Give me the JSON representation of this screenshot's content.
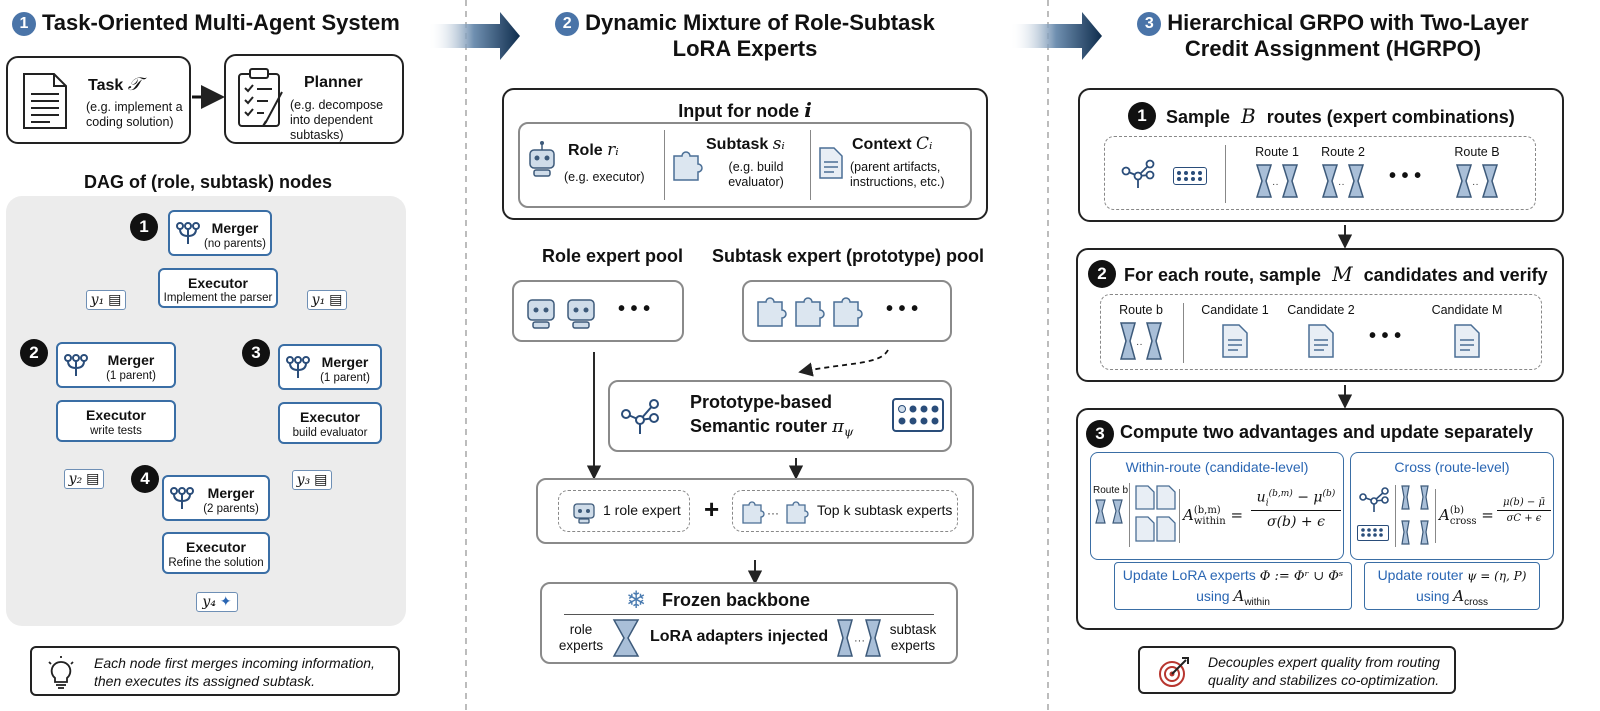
{
  "panel1": {
    "num": "1",
    "title": "Task-Oriented Multi-Agent System",
    "task_label": "Task",
    "task_symbol": "𝒯",
    "task_example": "(e.g. implement a coding solution)",
    "planner_label": "Planner",
    "planner_example": "(e.g. decompose into dependent subtasks)",
    "dag_title": "DAG of (role, subtask) nodes",
    "nodes": [
      {
        "num": "1",
        "merger_label": "Merger",
        "merger_sub": "(no parents)",
        "executor_label": "Executor",
        "executor_sub": "Implement the parser"
      },
      {
        "num": "2",
        "merger_label": "Merger",
        "merger_sub": "(1 parent)",
        "executor_label": "Executor",
        "executor_sub": "write tests"
      },
      {
        "num": "3",
        "merger_label": "Merger",
        "merger_sub": "(1 parent)",
        "executor_label": "Executor",
        "executor_sub": "build evaluator"
      },
      {
        "num": "4",
        "merger_label": "Merger",
        "merger_sub": "(2 parents)",
        "executor_label": "Executor",
        "executor_sub": "Refine the solution"
      }
    ],
    "outputs": [
      "y₁",
      "y₁",
      "y₂",
      "y₃",
      "y₄"
    ],
    "note": "Each node first merges incoming information, then executes its assigned subtask."
  },
  "panel2": {
    "num": "2",
    "title_line1": "Dynamic Mixture of Role-Subtask",
    "title_line2": "LoRA Experts",
    "input_label": "Input  for node",
    "input_symbol": "i",
    "role_label": "Role",
    "role_symbol": "rᵢ",
    "role_example": "(e.g. executor)",
    "subtask_label": "Subtask",
    "subtask_symbol": "sᵢ",
    "subtask_example": "(e.g. build evaluator)",
    "context_label": "Context",
    "context_symbol": "Cᵢ",
    "context_example": "(parent artifacts, instructions, etc.)",
    "role_pool_label": "Role expert pool",
    "subtask_pool_label": "Subtask expert (prototype) pool",
    "ellipsis": "• • •",
    "router_line1": "Prototype-based",
    "router_line2": "Semantic router",
    "router_symbol": "π",
    "router_sub": "ψ",
    "role_expert_label": "1 role expert",
    "plus": "+",
    "topk_label": "Top k subtask experts",
    "frozen_label": "Frozen backbone",
    "role_experts_label": "role experts",
    "lora_label": "LoRA adapters injected",
    "subtask_experts_label": "subtask experts"
  },
  "panel3": {
    "num": "3",
    "title_line1": "Hierarchical GRPO with Two-Layer",
    "title_line2": "Credit Assignment (HGRPO)",
    "step1_num": "1",
    "step1_pre": "Sample",
    "step1_symbol": "B",
    "step1_post": "routes (expert combinations)",
    "routes": [
      "Route 1",
      "Route 2",
      "Route B"
    ],
    "step2_num": "2",
    "step2_pre": "For each route, sample",
    "step2_symbol": "M",
    "step2_post": "candidates and verify",
    "route_b_label": "Route b",
    "candidates": [
      "Candidate 1",
      "Candidate 2",
      "Candidate M"
    ],
    "step3_num": "3",
    "step3_title": "Compute two advantages and update separately",
    "within_title": "Within-route (candidate-level)",
    "cross_title": "Cross (route-level)",
    "route_b_small": "Route b",
    "within_formula_lhs": "A",
    "within_formula_sup": "(b,m)",
    "within_formula_sub": "within",
    "within_num": "u",
    "within_den": "σ(b) + ϵ",
    "cross_formula_lhs": "A",
    "cross_formula_sup": "(b)",
    "cross_formula_sub": "cross",
    "cross_num": "μ(b) − μ̄",
    "cross_den": "σC + ϵ",
    "update_lora_label": "Update LoRA experts",
    "update_lora_formula": "Φ := Φʳ ∪ Φˢ",
    "using": "using",
    "update_lora_adv": "A",
    "update_lora_adv_sub": "within",
    "update_router_label": "Update router",
    "update_router_formula": "ψ = (η, P)",
    "update_router_adv": "A",
    "update_router_adv_sub": "cross",
    "note": "Decouples expert quality from routing quality and stabilizes co-optimization."
  },
  "colors": {
    "accent": "#4a74a8",
    "dark_arrow": "#0f2d4d",
    "blue_border": "#3a6ea5",
    "panel_bg": "#ececec",
    "target_red": "#b8362f"
  }
}
